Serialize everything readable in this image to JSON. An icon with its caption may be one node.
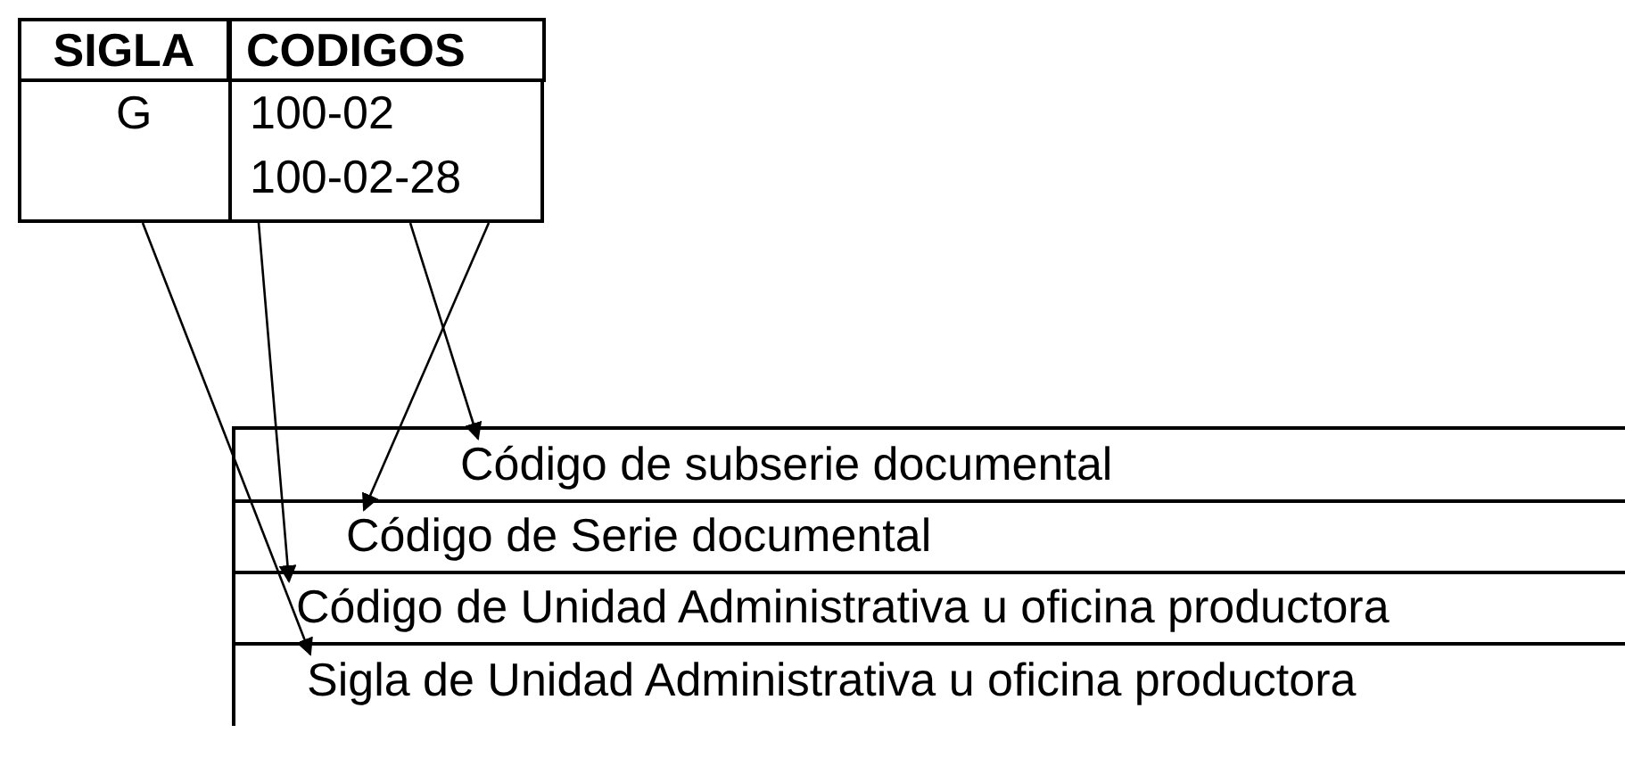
{
  "diagram": {
    "nodes": [
      {
        "text": [
          "G"
        ]
      },
      {
        "text": [
          "100-02",
          "100-02-28"
        ]
      },
      {
        "text": [
          "Código de subserie documental"
        ]
      },
      {
        "text": [
          "Código de Serie documental"
        ]
      },
      {
        "text": [
          "Código de Unidad Administrativa u oficina productora"
        ]
      },
      {
        "text": [
          "Sigla de Unidad Administrativa u oficina productora"
        ]
      }
    ],
    "edges": [
      {
        "from": 0,
        "to": 5,
        "arrow": "to"
      },
      {
        "from": 1,
        "to": 4,
        "arrow": "to"
      },
      {
        "from": 1,
        "to": 3,
        "arrow": "to"
      },
      {
        "from": 1,
        "to": 2,
        "arrow": "to"
      }
    ],
    "labels": [
      "SIGLA",
      "CODIGOS"
    ]
  }
}
